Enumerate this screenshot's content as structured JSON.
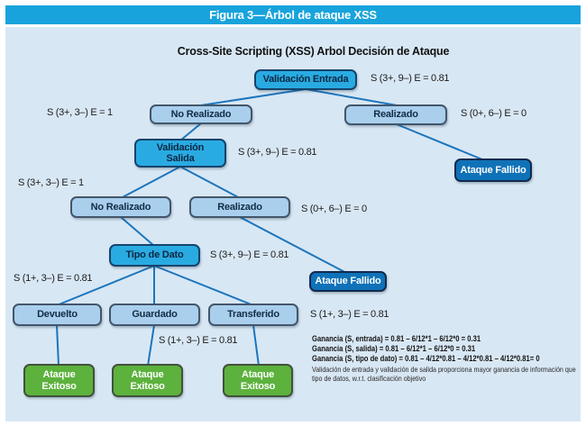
{
  "header": {
    "caption": "Figura 3—Árbol de ataque XSS"
  },
  "diagram": {
    "title": "Cross-Site Scripting (XSS) Arbol Decisión de Ataque",
    "nodes": {
      "validacion_entrada": "Validación Entrada",
      "no_realizado_1": "No Realizado",
      "realizado_1": "Realizado",
      "validacion_salida": "Validación\nSalida",
      "ataque_fallido_1": "Ataque Fallido",
      "no_realizado_2": "No Realizado",
      "realizado_2": "Realizado",
      "tipo_de_dato": "Tipo de Dato",
      "ataque_fallido_2": "Ataque Fallido",
      "devuelto": "Devuelto",
      "guardado": "Guardado",
      "transferido": "Transferido",
      "ataque_exitoso_1": "Ataque\nExitoso",
      "ataque_exitoso_2": "Ataque\nExitoso",
      "ataque_exitoso_3": "Ataque\nExitoso"
    },
    "labels": {
      "entrada_s": "S (3+, 9–) E = 0.81",
      "no_realizado_1_s": "S (3+, 3–) E = 1",
      "realizado_1_s": "S (0+, 6–) E = 0",
      "salida_s": "S (3+, 9–) E = 0.81",
      "no_realizado_2_s": "S (3+, 3–) E = 1",
      "realizado_2_s": "S (0+, 6–) E = 0",
      "tipo_de_dato_s": "S (3+, 9–) E = 0.81",
      "devuelto_s": "S (1+, 3–) E = 0.81",
      "transferido_s": "S (1+, 3–) E = 0.81",
      "guardado_s": "S (1+, 3–) E = 0.81"
    },
    "notes": {
      "ganancia_entrada": "Ganancia (S, entrada) = 0.81 – 6/12*1 – 6/12*0 = 0.31",
      "ganancia_salida": "Ganancia (S, salida) = 0.81 – 6/12*1 – 6/12*0 = 0.31",
      "ganancia_tipo_de_dato": "Ganancia (S, tipo de dato) = 0.81 – 4/12*0.81 – 4/12*0.81 – 4/12*0.81= 0",
      "conclusion": "Validación de entrada y validación de salida proporciona mayor ganancia de información que tipo de datos, w.r.t. clasificación objetivo"
    },
    "colors": {
      "caption_bar": "#18A3DC",
      "panel_background": "#D8E7F4",
      "decision_node_fill": "#29ABE2",
      "option_node_fill": "#A9CFED",
      "failed_node_fill": "#0F72B8",
      "success_node_fill": "#5CB23C",
      "edge": "#1B75BC"
    }
  }
}
